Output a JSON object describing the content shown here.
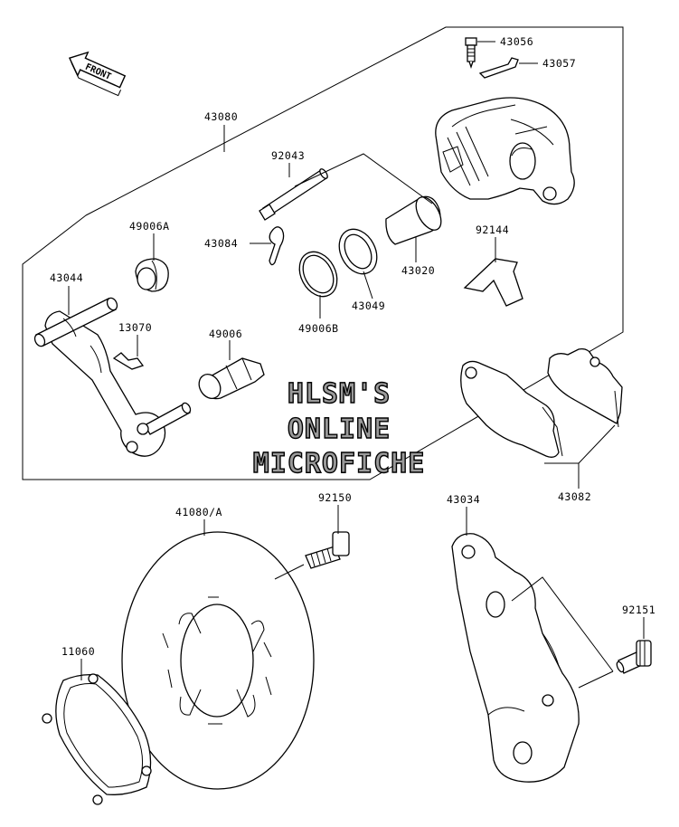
{
  "direction_label": "FRONT",
  "watermark": {
    "line1": "HLSM'S",
    "line2": "ONLINE",
    "line3": "MICROFICHE",
    "color": "#9a9a9a",
    "outline": "#000000"
  },
  "parts": {
    "p43056": "43056",
    "p43057": "43057",
    "p43080": "43080",
    "p92043": "92043",
    "p49006A": "49006A",
    "p43084": "43084",
    "p92144": "92144",
    "p43044": "43044",
    "p13070": "13070",
    "p43020": "43020",
    "p43049": "43049",
    "p49006B": "49006B",
    "p49006": "49006",
    "p43082": "43082",
    "p92150": "92150",
    "p41080A": "41080/A",
    "p43034": "43034",
    "p92151": "92151",
    "p11060": "11060"
  }
}
